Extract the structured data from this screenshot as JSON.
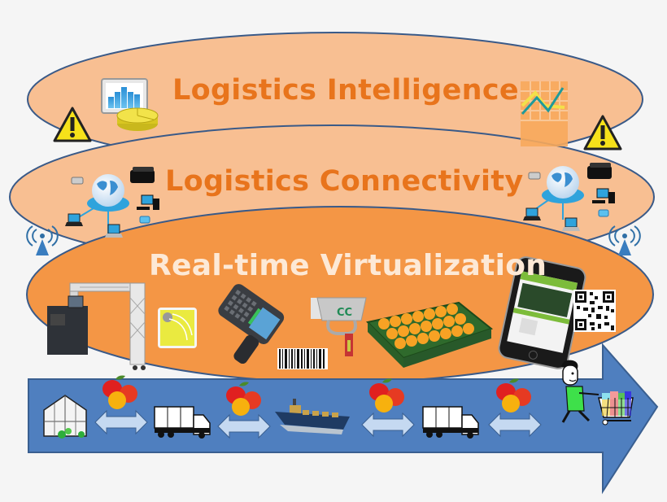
{
  "diagram": {
    "layers": [
      {
        "id": "intelligence",
        "label": "Logistics Intelligence",
        "fill": "#f8bf92",
        "text_color": "#e8741c",
        "icons": [
          "warning-icon",
          "bar-chart-monitor-icon",
          "pie-chart-icon",
          "line-chart-icon",
          "warning-icon"
        ]
      },
      {
        "id": "connectivity",
        "label": "Logistics Connectivity",
        "fill": "#f8bf92",
        "text_color": "#e8741c",
        "icons": [
          "wireless-antenna-icon",
          "globe-network-icon",
          "server-icon",
          "laptop-icon",
          "desktop-icon",
          "globe-network-icon",
          "wireless-antenna-icon"
        ]
      },
      {
        "id": "virtualization",
        "label": "Real-time Virtualization",
        "fill": "#f49645",
        "text_color": "#fde9d6",
        "icons": [
          "rfid-gate-icon",
          "rfid-tag-icon",
          "handheld-scanner-icon",
          "barcode-icon",
          "crate-sensor-icon",
          "orange-crate-icon",
          "smartphone-icon",
          "qr-code-icon"
        ]
      }
    ],
    "supply_chain": {
      "arrow_fill": "#4f7fbf",
      "stages": [
        "greenhouse",
        "produce-transfer",
        "truck",
        "produce-transfer",
        "ship",
        "produce-transfer",
        "truck",
        "produce-transfer",
        "shopper-with-cart"
      ]
    },
    "colors": {
      "background": "#f5f5f5",
      "outline": "#3a5a88",
      "exchange_arrow": "#c5d9f1"
    }
  }
}
